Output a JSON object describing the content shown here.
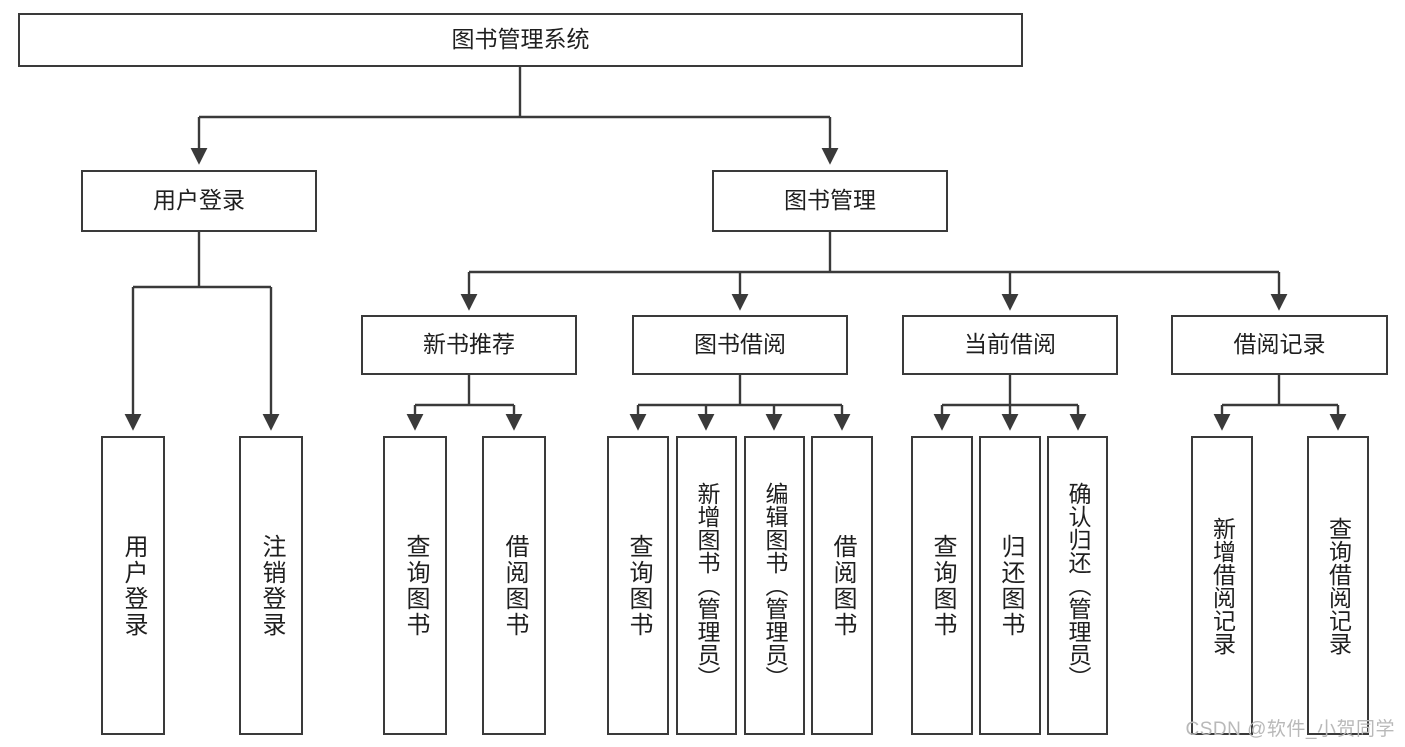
{
  "diagram": {
    "type": "tree-hierarchy",
    "title": "图书管理系统",
    "watermark": "CSDN @软件_小贺同学",
    "colors": {
      "box_border": "#3a3a3a",
      "box_fill": "#ffffff",
      "edge": "#3a3a3a",
      "text": "#1f1f1f",
      "watermark": "#b9b9b9",
      "background": "#ffffff"
    },
    "nodes": {
      "root": {
        "label": "图书管理系统",
        "level": 1,
        "orientation": "horizontal"
      },
      "l2": [
        {
          "id": "user-login",
          "label": "用户登录",
          "level": 2,
          "orientation": "horizontal"
        },
        {
          "id": "book-manage",
          "label": "图书管理",
          "level": 2,
          "orientation": "horizontal"
        }
      ],
      "l3": [
        {
          "id": "new-book-recommend",
          "label": "新书推荐",
          "level": 3,
          "orientation": "horizontal"
        },
        {
          "id": "book-borrow",
          "label": "图书借阅",
          "level": 3,
          "orientation": "horizontal"
        },
        {
          "id": "current-borrow",
          "label": "当前借阅",
          "level": 3,
          "orientation": "horizontal"
        },
        {
          "id": "borrow-record",
          "label": "借阅记录",
          "level": 3,
          "orientation": "horizontal"
        }
      ],
      "leaves": [
        {
          "id": "leaf-user-login",
          "label": "用户登录",
          "parent": "user-login",
          "orientation": "vertical"
        },
        {
          "id": "leaf-logout-login",
          "label": "注销登录",
          "parent": "user-login",
          "orientation": "vertical"
        },
        {
          "id": "leaf-query-book-1",
          "label": "查询图书",
          "parent": "new-book-recommend",
          "orientation": "vertical"
        },
        {
          "id": "leaf-borrow-book-1",
          "label": "借阅图书",
          "parent": "new-book-recommend",
          "orientation": "vertical"
        },
        {
          "id": "leaf-query-book-2",
          "label": "查询图书",
          "parent": "book-borrow",
          "orientation": "vertical"
        },
        {
          "id": "leaf-add-book",
          "label": "新增图书（管理员）",
          "parent": "book-borrow",
          "orientation": "vertical"
        },
        {
          "id": "leaf-edit-book",
          "label": "编辑图书（管理员）",
          "parent": "book-borrow",
          "orientation": "vertical"
        },
        {
          "id": "leaf-borrow-book-2",
          "label": "借阅图书",
          "parent": "book-borrow",
          "orientation": "vertical"
        },
        {
          "id": "leaf-query-book-3",
          "label": "查询图书",
          "parent": "current-borrow",
          "orientation": "vertical"
        },
        {
          "id": "leaf-return-book",
          "label": "归还图书",
          "parent": "current-borrow",
          "orientation": "vertical"
        },
        {
          "id": "leaf-confirm-return",
          "label": "确认归还（管理员）",
          "parent": "current-borrow",
          "orientation": "vertical"
        },
        {
          "id": "leaf-add-record",
          "label": "新增借阅记录",
          "parent": "borrow-record",
          "orientation": "vertical"
        },
        {
          "id": "leaf-query-record",
          "label": "查询借阅记录",
          "parent": "borrow-record",
          "orientation": "vertical"
        }
      ]
    }
  }
}
